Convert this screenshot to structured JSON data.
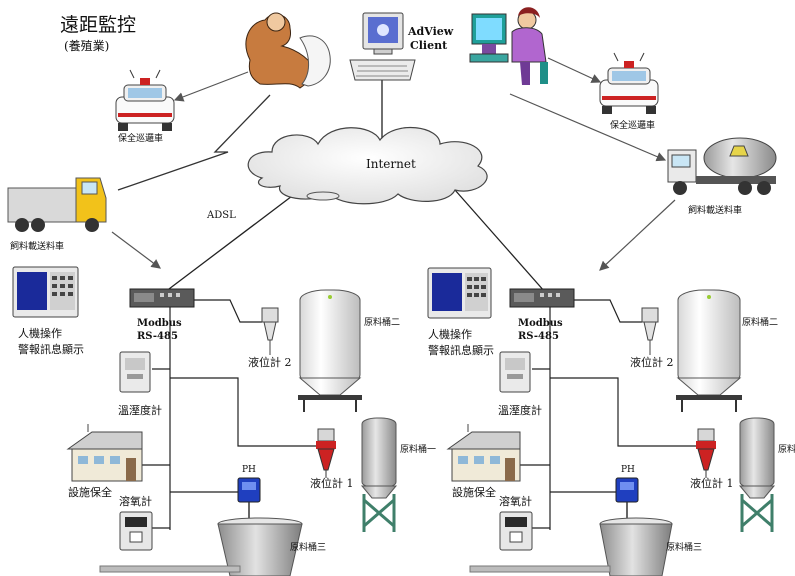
{
  "header": {
    "title": "遠距監控",
    "subtitle": "(養殖業)"
  },
  "top": {
    "client_label": "AdView\nClient",
    "client_line1": "AdView",
    "client_line2": "Client",
    "internet": "Internet",
    "adsl": "ADSL"
  },
  "vehicles": {
    "patrol_left": "保全巡邏車",
    "patrol_right": "保全巡邏車",
    "truck_left": "飼料載送料車",
    "truck_right": "飼料載送料車"
  },
  "left_site": {
    "hmi_line1": "人機操作",
    "hmi_line2": "警報訊息顯示",
    "modbus_line1": "Modbus",
    "modbus_line2": "RS-485",
    "level2": "液位計 2",
    "temp_humid": "溫溼度計",
    "tank2": "原料桶二",
    "tank1": "原料桶一",
    "level1": "液位計 1",
    "facility": "設施保全",
    "ph": "PH",
    "oxygen": "溶氧計",
    "tank3": "原料桶三"
  },
  "right_site": {
    "hmi_line1": "人機操作",
    "hmi_line2": "警報訊息顯示",
    "modbus_line1": "Modbus",
    "modbus_line2": "RS-485",
    "level2": "液位計 2",
    "temp_humid": "溫溼度計",
    "tank2": "原料桶二",
    "tank1": "原料",
    "level1": "液位計 1",
    "facility": "設施保全",
    "ph": "PH",
    "oxygen": "溶氧計",
    "tank3": "原料桶三"
  },
  "colors": {
    "line": "#222222",
    "arrow": "#555555",
    "tank_white": "#f4f4f4",
    "tank_gray": "#c9c9c9",
    "stand_green": "#3f7f6a",
    "truck_yellow": "#f2c21a",
    "hmi_blue": "#1a2a9a",
    "ph_blue": "#1f3fbf",
    "patrol_car_red": "#cc2222"
  }
}
